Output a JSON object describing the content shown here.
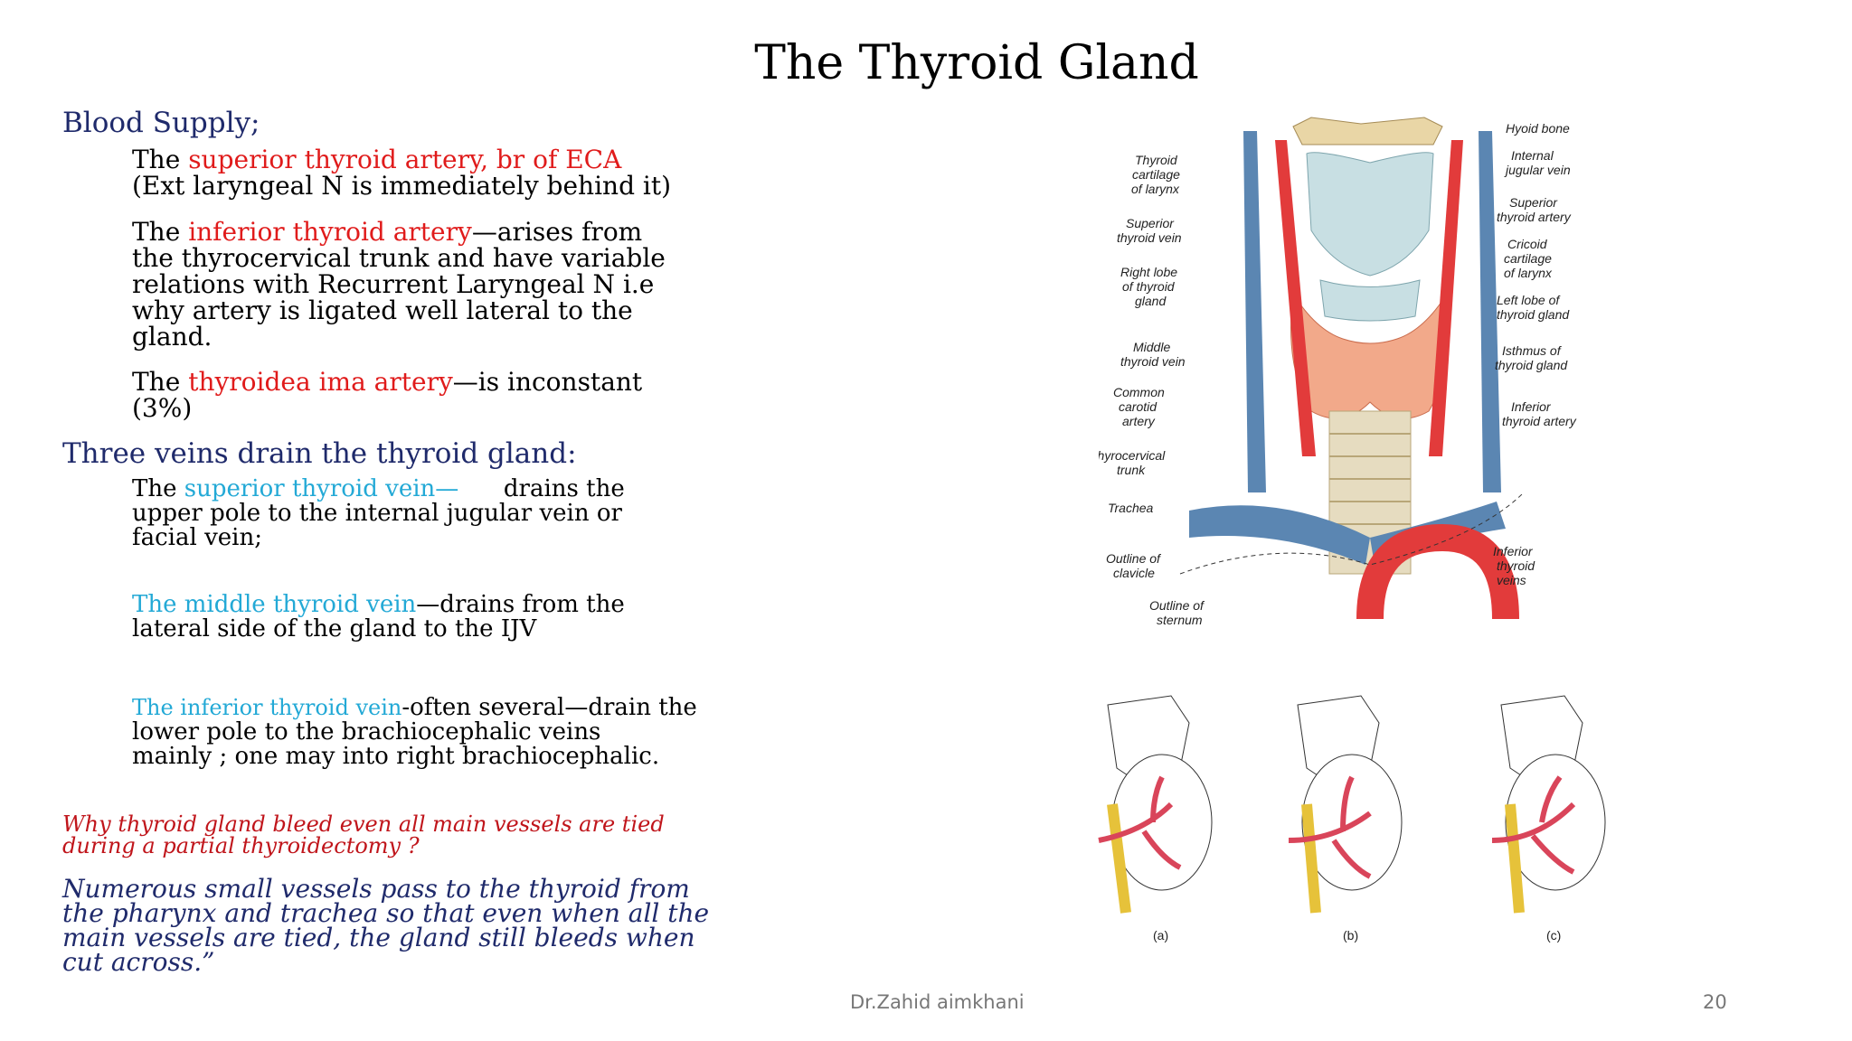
{
  "slide": {
    "title": "The Thyroid Gland",
    "footer_author": "Dr.Zahid aimkhani",
    "page_number": "20"
  },
  "blood_supply": {
    "heading": "Blood Supply;",
    "sup_artery": {
      "pre": "The ",
      "highlight": "superior thyroid artery, br of ECA",
      "line2": "(Ext laryngeal N is immediately behind it)"
    },
    "inf_artery": {
      "pre": "The ",
      "highlight": "inferior thyroid artery",
      "post": "—arises from",
      "lines": [
        "the thyrocervical trunk and have variable",
        "relations with Recurrent Laryngeal N i.e",
        "why artery is ligated well lateral to the",
        "gland."
      ]
    },
    "ima_artery": {
      "pre": "The ",
      "highlight": "thyroidea ima artery",
      "post": "—is inconstant",
      "line2": "(3%)"
    }
  },
  "veins": {
    "heading": "Three veins drain the thyroid gland:",
    "superior": {
      "pre": "The ",
      "highlight": "superior thyroid vein—",
      "post": "      drains the",
      "lines": [
        "upper pole to the internal jugular vein or",
        "facial vein;"
      ]
    },
    "middle": {
      "highlight": "The middle thyroid vein",
      "post": "—drains from the",
      "line2": "lateral side of the gland to the IJV"
    },
    "inferior": {
      "highlight": "The inferior thyroid vein",
      "post": "-often several—drain the",
      "lines": [
        "lower pole to the brachiocephalic veins",
        "mainly ; one may into right brachiocephalic."
      ]
    }
  },
  "question": {
    "lines": [
      "Why thyroid gland bleed even all main vessels are tied",
      "during a partial thyroidectomy ?"
    ]
  },
  "answer": {
    "lines": [
      "Numerous small vessels pass to the thyroid from",
      "the pharynx and trachea so that even when all the",
      "main vessels are tied, the gland still bleeds when",
      "cut across.”"
    ]
  },
  "figure_labels": {
    "hyoid_bone": "Hyoid bone",
    "internal_jugular_vein": [
      "Internal",
      "jugular vein"
    ],
    "thyroid_cartilage": [
      "Thyroid",
      "cartilage",
      "of larynx"
    ],
    "superior_thyroid_artery": [
      "Superior",
      "thyroid artery"
    ],
    "superior_thyroid_vein": [
      "Superior",
      "thyroid vein"
    ],
    "cricoid_cartilage": [
      "Cricoid",
      "cartilage",
      "of larynx"
    ],
    "right_lobe": [
      "Right lobe",
      "of thyroid",
      "gland"
    ],
    "left_lobe": [
      "Left  lobe of",
      "thyroid gland"
    ],
    "middle_thyroid_vein": [
      "Middle",
      "thyroid vein"
    ],
    "isthmus": [
      "Isthmus of",
      "thyroid gland"
    ],
    "common_carotid": [
      "Common",
      "carotid",
      "artery"
    ],
    "inferior_thyroid_artery": [
      "Inferior",
      "thyroid artery"
    ],
    "thyrocervical_trunk": [
      "Thyrocervical",
      "trunk"
    ],
    "trachea": "Trachea",
    "outline_clavicle": [
      "Outline of",
      "clavicle"
    ],
    "inferior_thyroid_veins": [
      "Inferior",
      "thyroid",
      "veins"
    ],
    "outline_sternum": [
      "Outline of",
      "sternum"
    ],
    "panel_a": "(a)",
    "panel_b": "(b)",
    "panel_c": "(c)"
  }
}
